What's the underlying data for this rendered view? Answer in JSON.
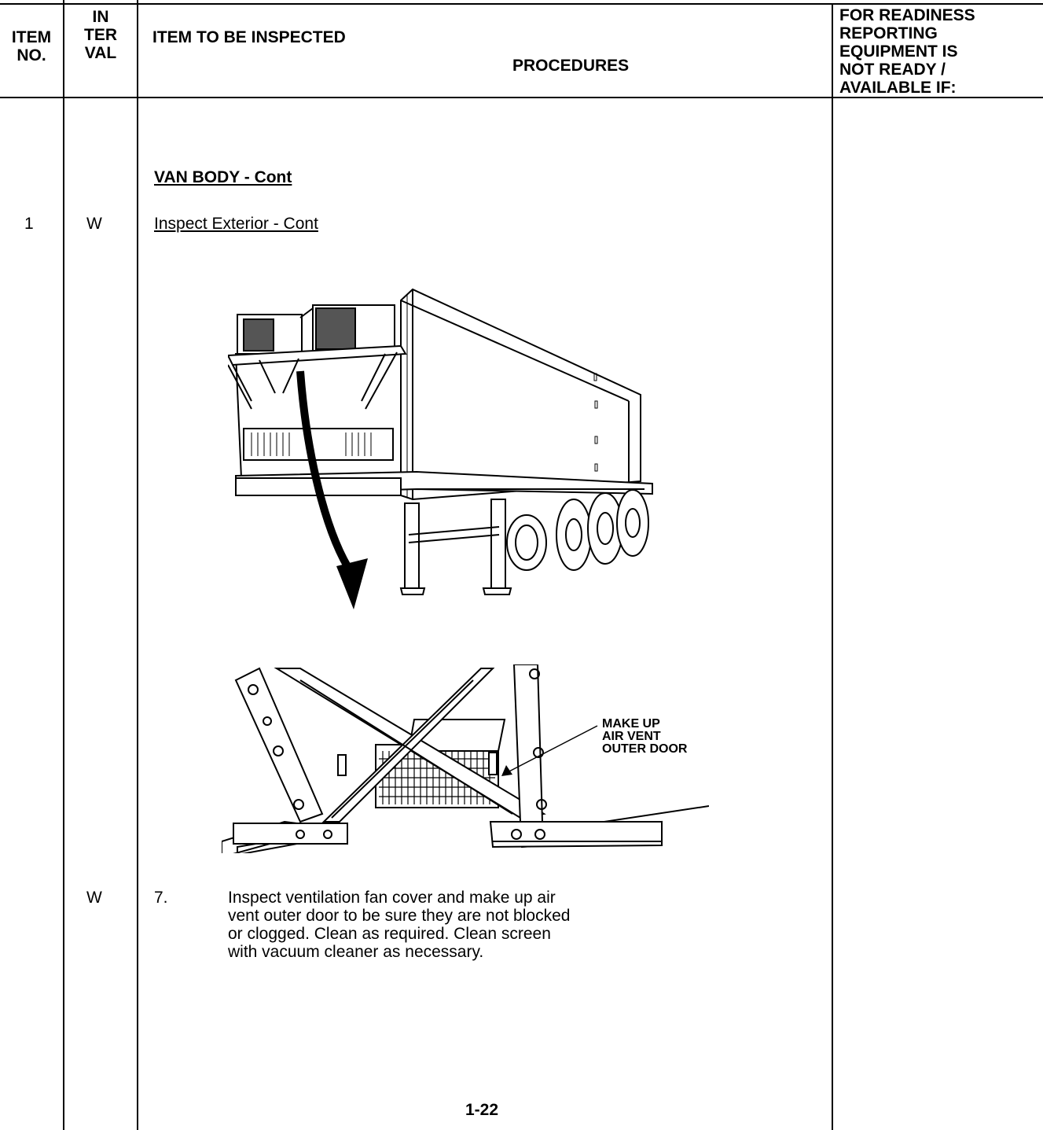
{
  "header": {
    "item_no": [
      "ITEM",
      "NO."
    ],
    "interval": [
      "IN",
      "TER",
      "VAL"
    ],
    "item_to_be_inspected": "ITEM TO BE INSPECTED",
    "procedures": "PROCEDURES",
    "readiness": [
      "FOR READINESS",
      "REPORTING",
      "EQUIPMENT IS",
      "NOT READY /",
      "AVAILABLE IF:"
    ]
  },
  "section_title": "VAN BODY - Cont",
  "rows": [
    {
      "item_no": "1",
      "interval": "W",
      "text": "Inspect Exterior - Cont"
    }
  ],
  "figure": {
    "callout": [
      "MAKE UP",
      "AIR VENT",
      "OUTER DOOR"
    ]
  },
  "procedure": {
    "interval": "W",
    "step": "7.",
    "lines": [
      "Inspect ventilation fan cover and make up air",
      "vent outer door to be sure they are not blocked",
      "or clogged.  Clean as required.  Clean screen",
      "with vacuum cleaner as necessary."
    ]
  },
  "page_number": "1-22"
}
